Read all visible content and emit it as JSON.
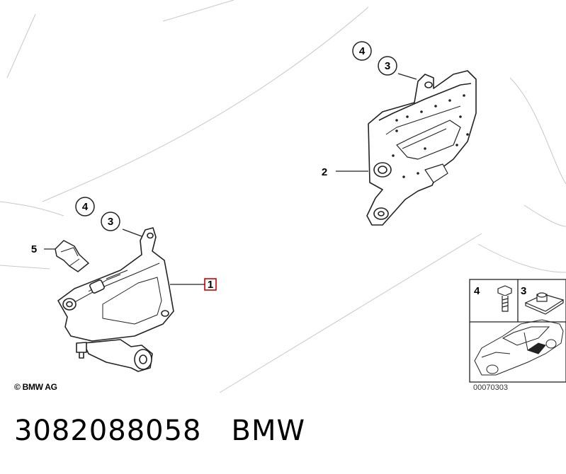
{
  "diagram": {
    "callouts": {
      "c1": "1",
      "c2": "2",
      "c3_top": "3",
      "c4_top": "4",
      "c3_left": "3",
      "c4_left": "4",
      "c5": "5",
      "inset_4": "4",
      "inset_3": "3"
    },
    "copyright": "© BMW AG",
    "reference_id": "00070303"
  },
  "caption": {
    "part_number": "3082088058",
    "brand": "BMW"
  },
  "colors": {
    "line": "#222222",
    "light_line": "#bbbbbb",
    "highlight_box": "#d40000"
  }
}
